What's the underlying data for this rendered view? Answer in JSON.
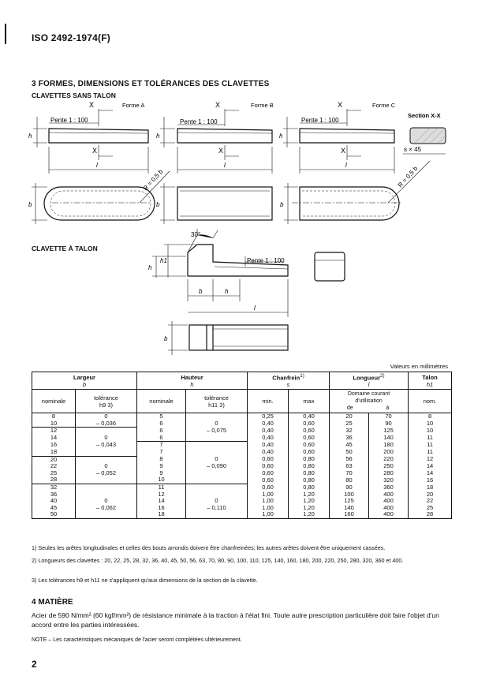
{
  "header": {
    "doc_id": "ISO 2492-1974(F)"
  },
  "section3": {
    "title": "3  FORMES, DIMENSIONS ET TOLÉRANCES DES CLAVETTES",
    "sub_no_heel": "CLAVETTES SANS TALON",
    "sub_heel": "CLAVETTE À TALON"
  },
  "figure": {
    "forme_a": "Forme A",
    "forme_b": "Forme B",
    "forme_c": "Forme C",
    "section": "Section X-X",
    "slope": "Pente 1 : 100",
    "x": "X",
    "h": "h",
    "h1": "h1",
    "l": "l",
    "b": "b",
    "s45": "s × 45",
    "r": "R = 0,5 b",
    "angle": "30°"
  },
  "table": {
    "units_note": "Valeurs en millimètres",
    "headers": {
      "largeur": "Largeur",
      "largeur_sym": "b",
      "hauteur": "Hauteur",
      "hauteur_sym": "h",
      "chanfrein": "Chanfrein",
      "chanfrein_sup": "1)",
      "chanfrein_sym": "s",
      "longueur": "Longueur",
      "longueur_sup": "2)",
      "longueur_sym": "l",
      "talon": "Talon",
      "talon_sym": "h1",
      "nominale": "nominale",
      "tol_b": "tolérance",
      "tol_b2": "h9 3)",
      "tol_h": "tolérance",
      "tol_h2": "h11 3)",
      "min": "min.",
      "max": "max",
      "domaine1": "Domaine courant",
      "domaine2": "d'utilisation",
      "de": "de",
      "a": "à",
      "nom": "nom."
    },
    "b_nom": [
      "8",
      "10",
      "12",
      "14",
      "16",
      "18",
      "20",
      "22",
      "25",
      "28",
      "32",
      "36",
      "40",
      "45",
      "50"
    ],
    "h_nom": [
      "5",
      "6",
      "6",
      "6",
      "7",
      "7",
      "8",
      "9",
      "9",
      "10",
      "11",
      "12",
      "14",
      "16",
      "18"
    ],
    "s_min": [
      "0,25",
      "0,40",
      "0,40",
      "0,40",
      "0,40",
      "0,40",
      "0,60",
      "0,60",
      "0,60",
      "0,60",
      "0,60",
      "1,00",
      "1,00",
      "1,00",
      "1,00"
    ],
    "s_max": [
      "0,40",
      "0,60",
      "0,60",
      "0,60",
      "0,60",
      "0,60",
      "0,80",
      "0,80",
      "0,80",
      "0,80",
      "0,80",
      "1,20",
      "1,20",
      "1,20",
      "1,20"
    ],
    "l_de": [
      "20",
      "25",
      "32",
      "36",
      "45",
      "50",
      "56",
      "63",
      "70",
      "80",
      "90",
      "100",
      "125",
      "140",
      "160"
    ],
    "l_a": [
      "70",
      "90",
      "125",
      "140",
      "180",
      "200",
      "220",
      "250",
      "280",
      "320",
      "360",
      "400",
      "400",
      "400",
      "400"
    ],
    "h1_nom": [
      "8",
      "10",
      "10",
      "11",
      "11",
      "11",
      "12",
      "14",
      "14",
      "16",
      "18",
      "20",
      "22",
      "25",
      "28"
    ],
    "b_tol": [
      {
        "rows": 2,
        "lines": [
          "0",
          "– 0,036"
        ]
      },
      {
        "rows": 4,
        "lines": [
          "",
          "0",
          "– 0,043",
          ""
        ]
      },
      {
        "rows": 4,
        "lines": [
          "",
          "0",
          "– 0,052",
          ""
        ]
      },
      {
        "rows": 5,
        "lines": [
          "",
          "",
          "0",
          "– 0,062",
          ""
        ]
      }
    ],
    "h_tol": [
      {
        "rows": 4,
        "lines": [
          "",
          "0",
          "– 0,075",
          ""
        ]
      },
      {
        "rows": 6,
        "lines": [
          "",
          "",
          "0",
          "– 0,090",
          "",
          ""
        ]
      },
      {
        "rows": 5,
        "lines": [
          "",
          "",
          "0",
          "– 0,110",
          ""
        ]
      }
    ]
  },
  "footnotes": [
    "1)  Seules les arêtes longitudinales et celles des bouts arrondis doivent être chanfreinées; les autres arêtes doivent être uniquement cassées.",
    "2)  Longueurs des clavettes : 20, 22, 25, 28, 32, 36, 40, 45, 50, 56, 63, 70, 80, 90, 100, 110, 125, 140, 160, 180, 200, 220, 250, 280, 320, 360 et 400.",
    "3)  Les tolérances h9 et h11 ne s'appliquent qu'aux dimensions de la section de la clavette."
  ],
  "section4": {
    "title": "4  MATIÈRE",
    "text": "Acier de 590 N/mm² (60 kgf/mm²) de résistance minimale à la traction à l'état fini. Toute autre prescription particulière doit faire l'objet d'un accord entre les parties intéressées.",
    "note": "NOTE – Les caractéristiques mécaniques de l'acier seront complétées ultérieurement."
  },
  "page_number": "2"
}
